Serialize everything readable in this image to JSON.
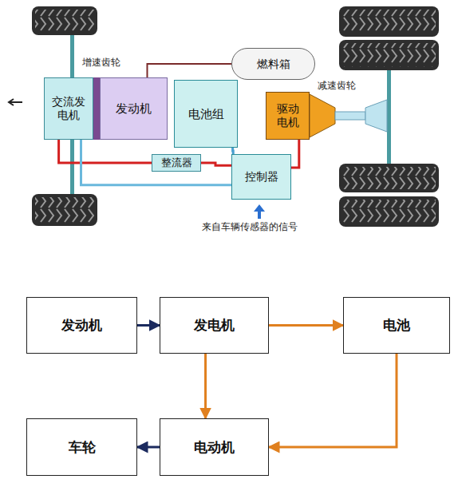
{
  "diagram": {
    "nodes": [
      {
        "text": [
          "交流发电机"
        ]
      },
      {
        "text": [
          "发动机"
        ]
      },
      {
        "text": [
          "燃料箱"
        ]
      },
      {
        "text": [
          "电池组"
        ]
      },
      {
        "text": [
          "驱动电机"
        ]
      },
      {
        "text": [
          "整流器"
        ]
      },
      {
        "text": [
          "控制器"
        ]
      },
      {
        "text": [
          "发动机"
        ]
      },
      {
        "text": [
          "发电机"
        ]
      },
      {
        "text": [
          "电池"
        ]
      },
      {
        "text": [
          "车轮"
        ]
      },
      {
        "text": [
          "电动机"
        ]
      }
    ],
    "edges": [
      {
        "from": 2,
        "to": 1,
        "arrow": "none"
      },
      {
        "from": 0,
        "to": 5,
        "arrow": "none"
      },
      {
        "from": 5,
        "to": 6,
        "arrow": "none"
      },
      {
        "from": 6,
        "to": 3,
        "arrow": "none"
      },
      {
        "from": 6,
        "to": 4,
        "arrow": "none"
      },
      {
        "from": 0,
        "to": 6,
        "arrow": "none"
      },
      {
        "from": 7,
        "to": 8,
        "arrow": "to"
      },
      {
        "from": 8,
        "to": 9,
        "arrow": "to"
      },
      {
        "from": 8,
        "to": 11,
        "arrow": "to"
      },
      {
        "from": 9,
        "to": 11,
        "arrow": "to"
      },
      {
        "from": 11,
        "to": 10,
        "arrow": "to"
      }
    ],
    "labels": [
      "增速齿轮",
      "减速齿轮",
      "来自车辆传感器的信号"
    ]
  }
}
